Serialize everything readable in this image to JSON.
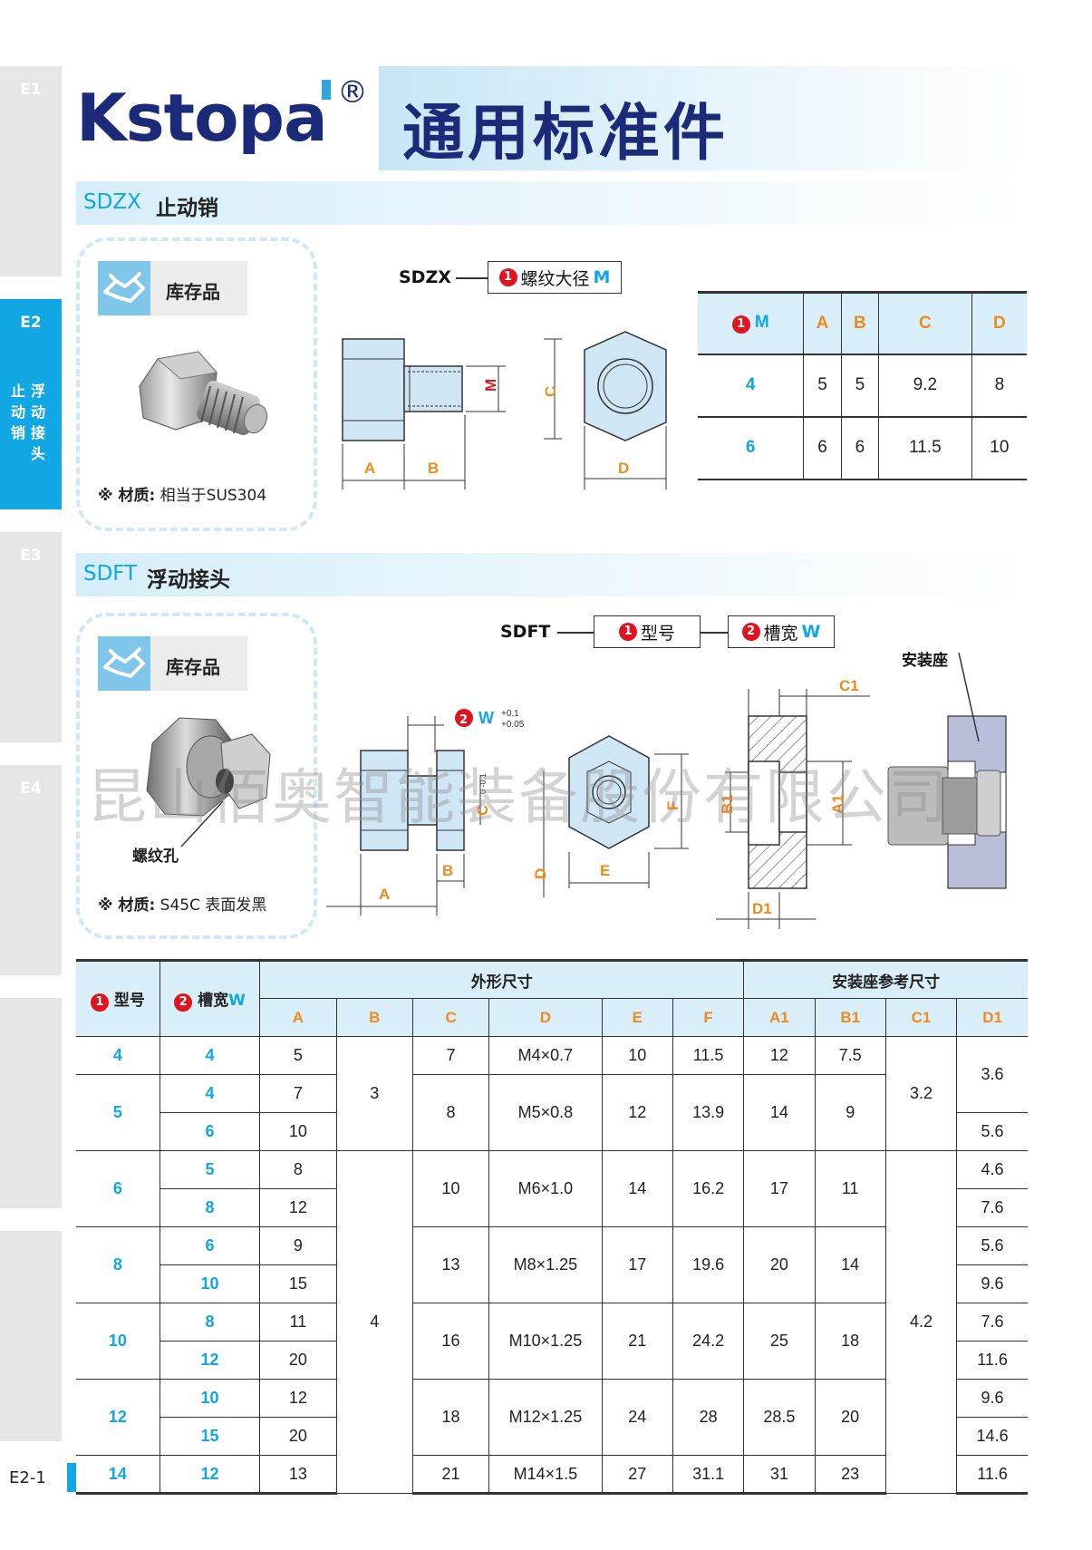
{
  "brand": {
    "logo": "Kstopa",
    "reg_mark": "®",
    "title": "通用标准件"
  },
  "side_tabs": [
    {
      "label": "E1"
    },
    {
      "label": "E2",
      "lines": [
        "浮",
        "动",
        "接",
        "头"
      ],
      "lines2": [
        "止",
        "动",
        "销"
      ]
    },
    {
      "label": "E3"
    },
    {
      "label": "E4"
    }
  ],
  "section1": {
    "code": "SDZX",
    "name": "止动销",
    "stock_label": "库存品",
    "material_label": "※ 材质:",
    "material_value": "相当于SUS304",
    "order_code": "SDZX",
    "order_box": "螺纹大径",
    "order_box_var": "M",
    "dims": [
      "A",
      "B",
      "M",
      "C",
      "D"
    ],
    "table": {
      "headers": [
        "M",
        "A",
        "B",
        "C",
        "D"
      ],
      "rows": [
        [
          "4",
          "5",
          "5",
          "9.2",
          "8"
        ],
        [
          "6",
          "6",
          "6",
          "11.5",
          "10"
        ]
      ]
    }
  },
  "section2": {
    "code": "SDFT",
    "name": "浮动接头",
    "stock_label": "库存品",
    "thread_hole_label": "螺纹孔",
    "material_label": "※ 材质:",
    "material_value": "S45C 表面发黑",
    "order_code": "SDFT",
    "order_box1": "型号",
    "order_box2": "槽宽",
    "order_box2_var": "W",
    "mount_label": "安装座",
    "w_label": "W",
    "w_tol_top": "+0.1",
    "w_tol_bottom": "+0.05",
    "c_tol": "0 -0.1",
    "dims": [
      "A",
      "B",
      "C",
      "D",
      "E",
      "F",
      "A1",
      "B1",
      "C1",
      "D1"
    ],
    "table": {
      "group_outer": "外形尺寸",
      "group_mount": "安装座参考尺寸",
      "col_model": "型号",
      "col_width": "槽宽",
      "col_width_var": "W",
      "sub_headers": [
        "A",
        "B",
        "C",
        "D",
        "E",
        "F",
        "A1",
        "B1",
        "C1",
        "D1"
      ],
      "rows": [
        {
          "m": "4",
          "w": "4",
          "a": "5",
          "b": "3",
          "c": "7",
          "d": "M4×0.7",
          "e": "10",
          "f": "11.5",
          "a1": "12",
          "b1": "7.5",
          "c1": "3.2",
          "d1": "3.6"
        },
        {
          "m": "5",
          "w": "4",
          "a": "7",
          "c": "8",
          "d": "M5×0.8",
          "e": "12",
          "f": "13.9",
          "a1": "14",
          "b1": "9"
        },
        {
          "w": "6",
          "a": "10",
          "d1": "5.6"
        },
        {
          "m": "6",
          "w": "5",
          "a": "8",
          "b": "4",
          "c": "10",
          "d": "M6×1.0",
          "e": "14",
          "f": "16.2",
          "a1": "17",
          "b1": "11",
          "c1": "4.2",
          "d1": "4.6"
        },
        {
          "w": "8",
          "a": "12",
          "d1": "7.6"
        },
        {
          "m": "8",
          "w": "6",
          "a": "9",
          "c": "13",
          "d": "M8×1.25",
          "e": "17",
          "f": "19.6",
          "a1": "20",
          "b1": "14",
          "d1": "5.6"
        },
        {
          "w": "10",
          "a": "15",
          "d1": "9.6"
        },
        {
          "m": "10",
          "w": "8",
          "a": "11",
          "c": "16",
          "d": "M10×1.25",
          "e": "21",
          "f": "24.2",
          "a1": "25",
          "b1": "18",
          "d1": "7.6"
        },
        {
          "w": "12",
          "a": "20",
          "d1": "11.6"
        },
        {
          "m": "12",
          "w": "10",
          "a": "12",
          "c": "18",
          "d": "M12×1.25",
          "e": "24",
          "f": "28",
          "a1": "28.5",
          "b1": "20",
          "d1": "9.6"
        },
        {
          "w": "15",
          "a": "20",
          "d1": "14.6"
        },
        {
          "m": "14",
          "w": "12",
          "a": "13",
          "c": "21",
          "d": "M14×1.5",
          "e": "27",
          "f": "31.1",
          "a1": "31",
          "b1": "23",
          "d1": "11.6"
        }
      ]
    }
  },
  "watermark": "昆山佰奥智能装备股份有限公司",
  "page_number": "E2-1",
  "colors": {
    "accent": "#11a6e4",
    "brand": "#1c2a7a",
    "dim": "#f08a1c",
    "marker": "#e0141e"
  }
}
